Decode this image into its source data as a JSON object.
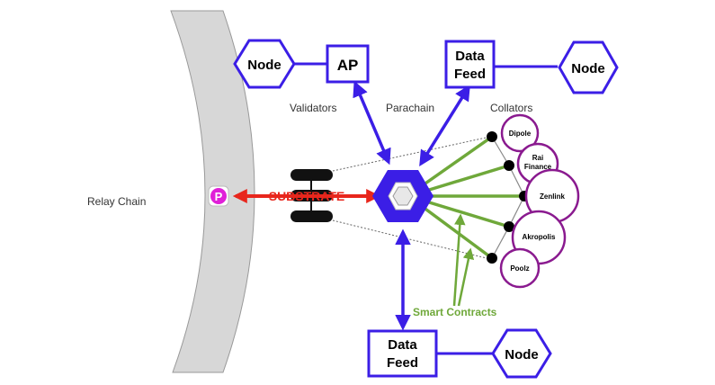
{
  "relay": {
    "label": "Relay Chain",
    "p_badge": "P"
  },
  "substrate": {
    "label": "SUBSTRATE"
  },
  "headers": {
    "validators": "Validators",
    "parachain": "Parachain",
    "collators": "Collators"
  },
  "boxes": {
    "ap": "AP",
    "feed_top_line1": "Data",
    "feed_top_line2": "Feed",
    "feed_bottom_line1": "Data",
    "feed_bottom_line2": "Feed"
  },
  "nodes": {
    "left": "Node",
    "right": "Node",
    "bottom": "Node"
  },
  "smart_contracts": {
    "label": "Smart Contracts"
  },
  "collators": [
    {
      "label_line1": "Dipole",
      "label_line2": ""
    },
    {
      "label_line1": "Rai",
      "label_line2": "Finance"
    },
    {
      "label_line1": "Zenlink",
      "label_line2": ""
    },
    {
      "label_line1": "Akropolis",
      "label_line2": ""
    },
    {
      "label_line1": "Poolz",
      "label_line2": ""
    }
  ],
  "colors": {
    "blue": "#3b1ee6",
    "purple": "#8a1a8f",
    "green": "#6fa83a",
    "red": "#e8261c",
    "relay_gray": "#d7d7d7",
    "magenta": "#e020d8"
  }
}
